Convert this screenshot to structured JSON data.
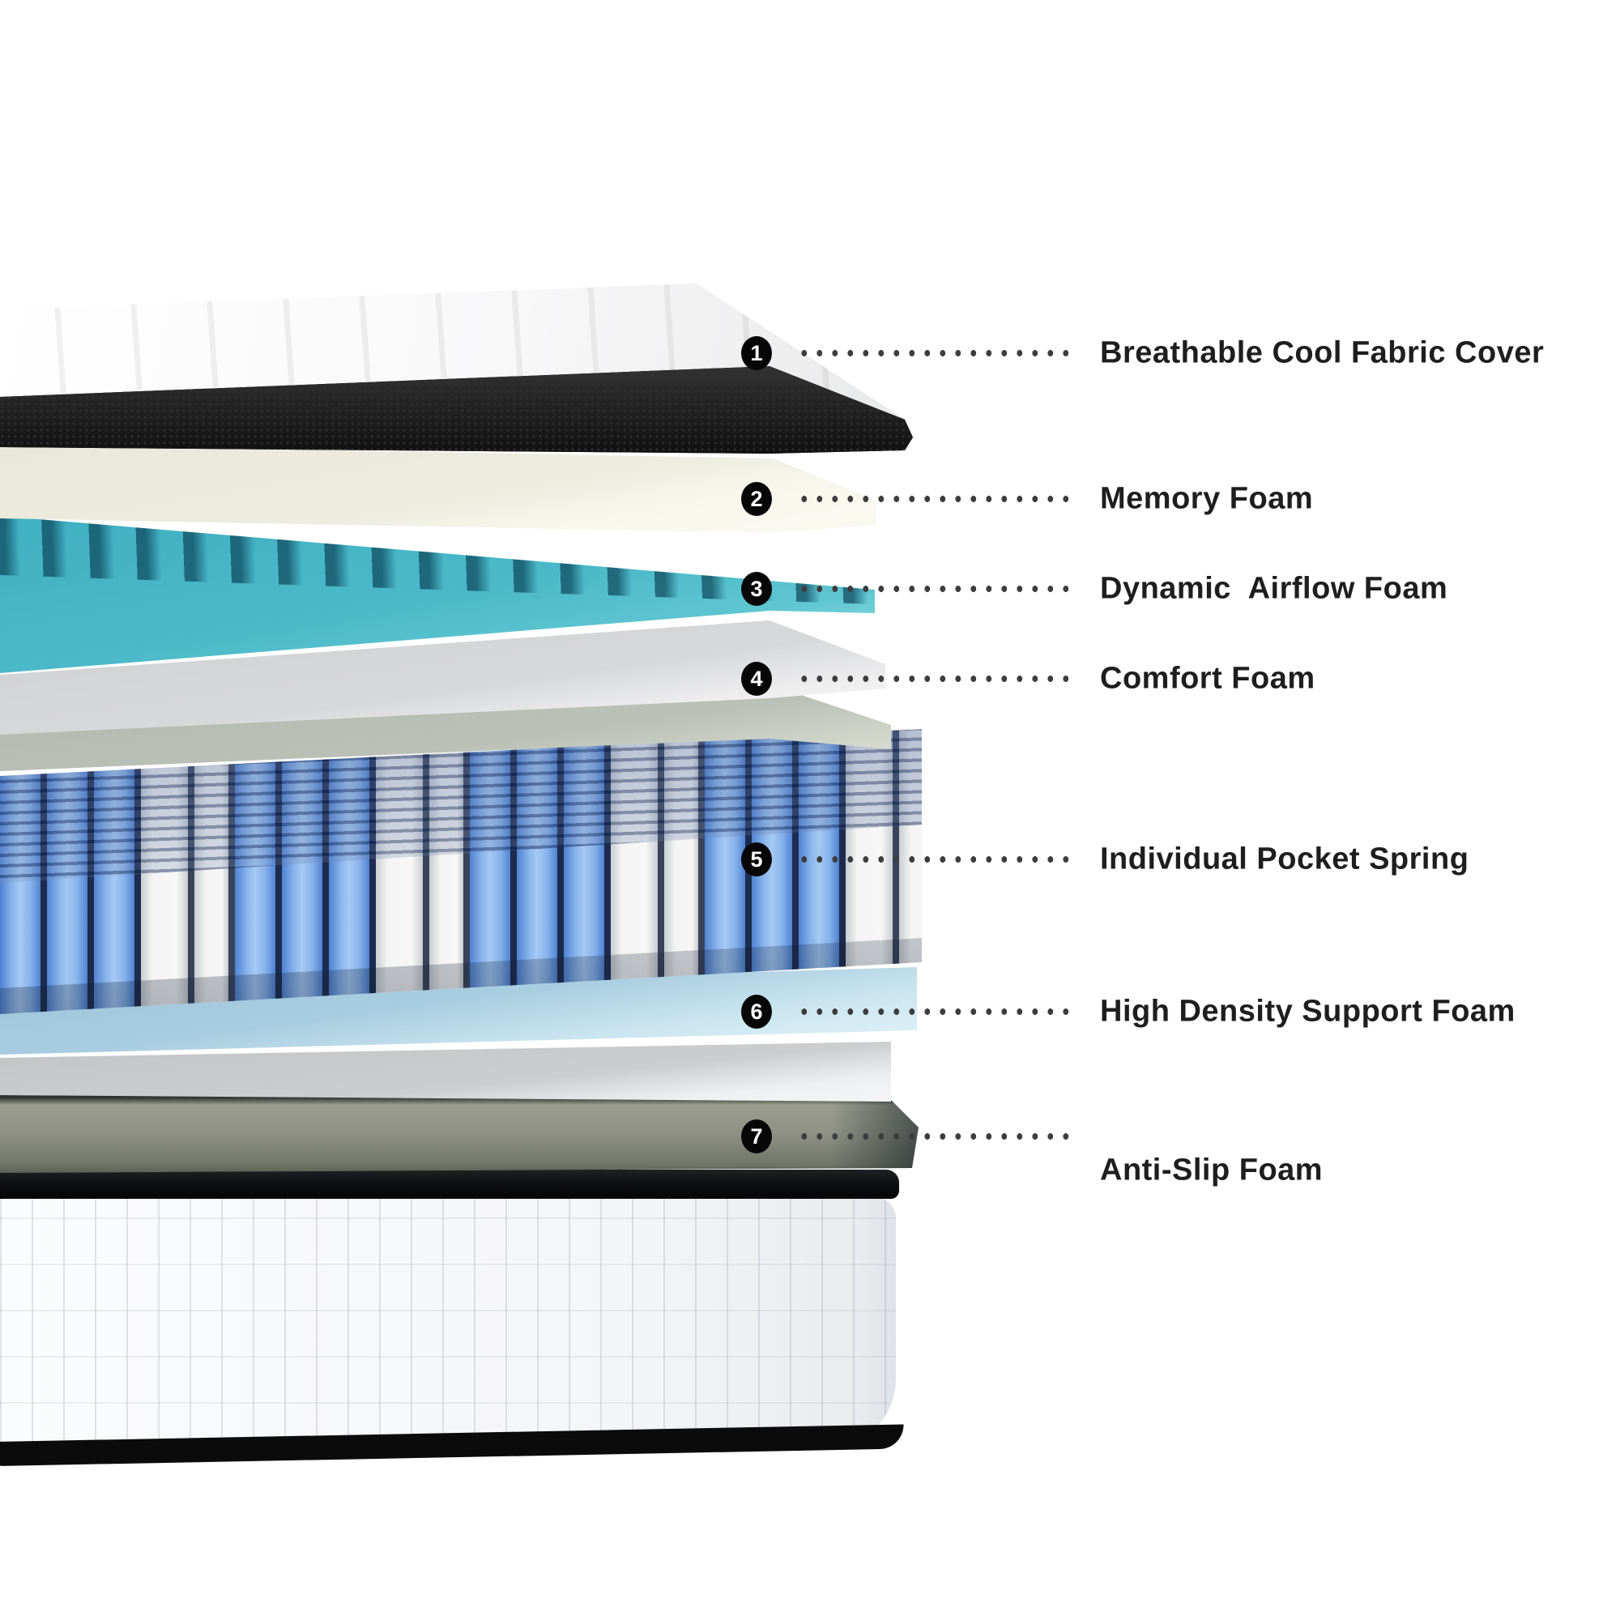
{
  "page": {
    "background": "#ffffff",
    "type": "mattress-layer-diagram"
  },
  "annotations": {
    "circle_color": "#070707",
    "number_color": "#ffffff",
    "dot_color": "#3d3d3d",
    "label_color": "#1e1e1e",
    "rows": [
      {
        "number": "1",
        "label": "Breathable Cool Fabric Cover"
      },
      {
        "number": "2",
        "label": "Memory Foam"
      },
      {
        "number": "3",
        "label": "Dynamic  Airflow Foam"
      },
      {
        "number": "4",
        "label": "Comfort Foam"
      },
      {
        "number": "5",
        "label": "Individual Pocket Spring"
      },
      {
        "number": "6",
        "label": "High Density Support Foam"
      },
      {
        "number": "7",
        "label": "Anti-Slip Foam"
      }
    ]
  },
  "layers": [
    {
      "name": "breathable-cool-fabric-cover",
      "colors": [
        "#ffffff",
        "#161616"
      ]
    },
    {
      "name": "memory-foam",
      "colors": [
        "#eae9db"
      ]
    },
    {
      "name": "dynamic-airflow-foam",
      "colors": [
        "#41b1c2",
        "#0d5568"
      ]
    },
    {
      "name": "comfort-foam",
      "colors": [
        "#d2d3d5"
      ]
    },
    {
      "name": "felt-pad",
      "colors": [
        "#b4bab0"
      ]
    },
    {
      "name": "individual-pocket-spring",
      "colors": [
        "#4f82d2",
        "#86b1ea",
        "#eef0ef"
      ]
    },
    {
      "name": "high-density-support-foam",
      "colors": [
        "#a3c8da"
      ]
    },
    {
      "name": "base-foam-pad",
      "colors": [
        "#c5c6c8"
      ]
    },
    {
      "name": "anti-slip-foam",
      "colors": [
        "#8e9184"
      ]
    },
    {
      "name": "foundation-base",
      "colors": [
        "#f6f7f9",
        "#0a0a0a"
      ]
    }
  ]
}
